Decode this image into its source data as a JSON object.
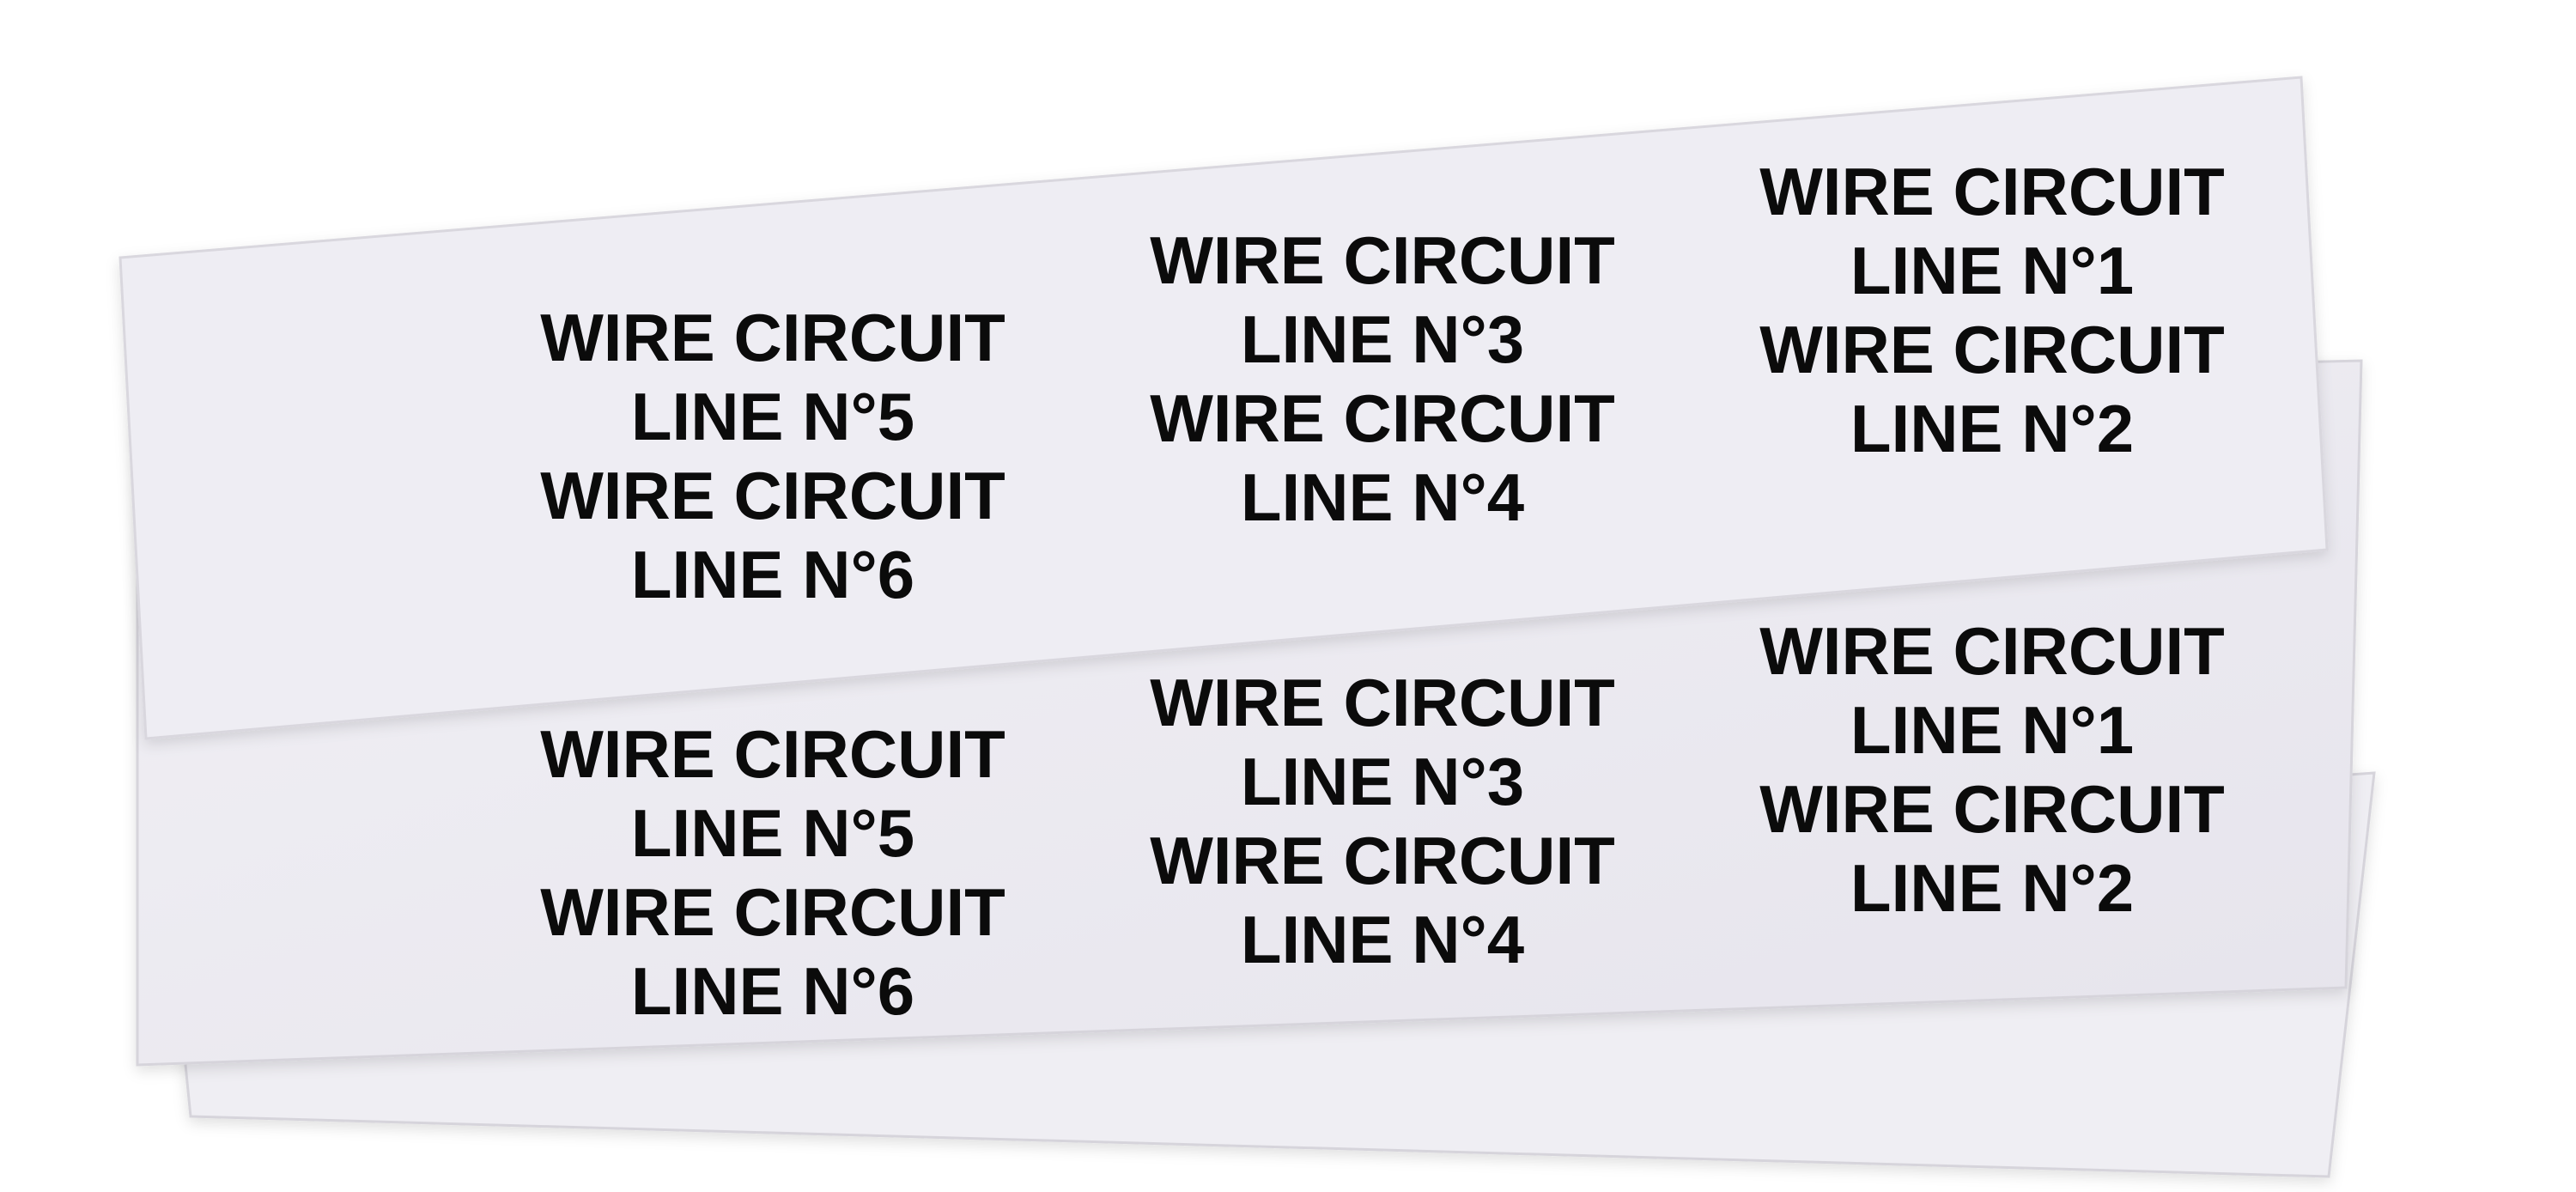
{
  "colors": {
    "background": "#ffffff",
    "sheet": "#eceaf1",
    "sheet_edge": "#d9d7de",
    "text": "#0b0b0b"
  },
  "sheets": {
    "top": {
      "labels": [
        {
          "line1": "WIRE CIRCUIT",
          "line2": "LINE N°5"
        },
        {
          "line1": "WIRE CIRCUIT",
          "line2": "LINE N°6"
        },
        {
          "line1": "WIRE CIRCUIT",
          "line2": "LINE N°3"
        },
        {
          "line1": "WIRE CIRCUIT",
          "line2": "LINE N°4"
        },
        {
          "line1": "WIRE CIRCUIT",
          "line2": "LINE N°1"
        },
        {
          "line1": "WIRE CIRCUIT",
          "line2": "LINE N°2"
        }
      ]
    },
    "middle": {
      "labels": [
        {
          "line1": "WIRE CIRCUIT",
          "line2": "LINE N°5"
        },
        {
          "line1": "WIRE CIRCUIT",
          "line2": "LINE N°6"
        },
        {
          "line1": "WIRE CIRCUIT",
          "line2": "LINE N°3"
        },
        {
          "line1": "WIRE CIRCUIT",
          "line2": "LINE N°4"
        },
        {
          "line1": "WIRE CIRCUIT",
          "line2": "LINE N°1"
        },
        {
          "line1": "WIRE CIRCUIT",
          "line2": "LINE N°2"
        }
      ]
    }
  }
}
